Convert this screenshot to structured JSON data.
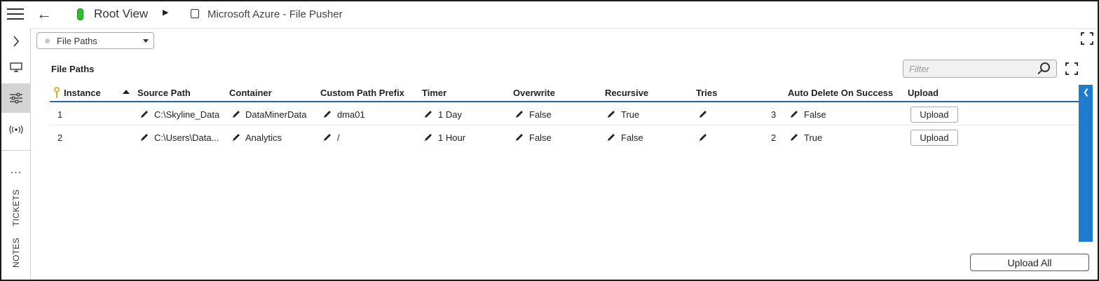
{
  "header": {
    "root_view": "Root View",
    "element_name": "Microsoft Azure - File Pusher",
    "status_color": "#2ec02e"
  },
  "sidebar": {
    "items": [
      {
        "icon": "chevron-right-icon"
      },
      {
        "icon": "monitor-icon"
      },
      {
        "icon": "sliders-icon",
        "active": true
      },
      {
        "icon": "broadcast-icon"
      },
      {
        "icon": "more-icon",
        "label": "..."
      }
    ],
    "tickets_label": "TICKETS",
    "notes_label": "NOTES"
  },
  "toolbar": {
    "page_select": "File Paths"
  },
  "table": {
    "title": "File Paths",
    "filter_placeholder": "Filter",
    "columns": [
      "Instance",
      "Source Path",
      "Container",
      "Custom Path Prefix",
      "Timer",
      "Overwrite",
      "Recursive",
      "Tries",
      "Auto Delete On Success",
      "Upload"
    ],
    "rows": [
      {
        "instance": "1",
        "source_path": "C:\\Skyline_Data",
        "container": "DataMinerData",
        "custom_path_prefix": "dma01",
        "timer": "1 Day",
        "overwrite": "False",
        "recursive": "True",
        "tries": "3",
        "auto_delete": "False",
        "upload": "Upload"
      },
      {
        "instance": "2",
        "source_path": "C:\\Users\\Data...",
        "container": "Analytics",
        "custom_path_prefix": "/",
        "timer": "1 Hour",
        "overwrite": "False",
        "recursive": "False",
        "tries": "2",
        "auto_delete": "True",
        "upload": "Upload"
      }
    ],
    "upload_all": "Upload All"
  },
  "colors": {
    "accent": "#1f6aa5",
    "scroll_strip": "#1e7bd0",
    "key_icon": "#d8b13a"
  }
}
